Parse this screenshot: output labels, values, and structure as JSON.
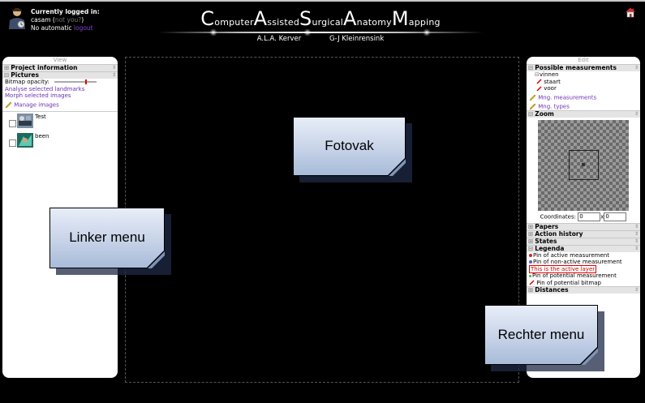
{
  "header": {
    "logged_in_label": "Currently logged in:",
    "username": "casam",
    "not_you_link": "not you?",
    "no_automatic": "No automatic",
    "logout_link": "logout",
    "title": {
      "parts": [
        {
          "cap": "C",
          "rest": "omputer"
        },
        {
          "cap": "A",
          "rest": "ssisted"
        },
        {
          "cap": "S",
          "rest": "urgical"
        },
        {
          "cap": "A",
          "rest": "natomy"
        },
        {
          "cap": "M",
          "rest": "apping"
        }
      ]
    },
    "author1": "A.L.A. Kerver",
    "author2": "G-J Kleinrensink"
  },
  "left_panel": {
    "title": "View",
    "project_information": "Project information",
    "pictures": "Pictures",
    "bitmap_opacity_label": "Bitmap opacity:",
    "bitmap_opacity_value": 0.73,
    "analyse_link": "Analyse selected landmarks",
    "morph_link": "Morph selected images",
    "manage_link": "Manage images",
    "images": [
      {
        "name": "Test"
      },
      {
        "name": "been"
      }
    ]
  },
  "right_panel": {
    "title": "Edit",
    "possible_measurements": "Possible measurements",
    "tree_root": "vinnen",
    "tree_items": [
      "staart",
      "voor"
    ],
    "mng_measurements": "Mng. measurements",
    "mng_types": "Mng. types",
    "zoom": "Zoom",
    "coordinates_label": "Coordinates:",
    "coord_x": "0",
    "coord_sep": "x",
    "coord_y": "0",
    "papers": "Papers",
    "action_history": "Action history",
    "states": "States",
    "legenda": "Legenda",
    "legend": {
      "active_measurement": "Pin of active measurement",
      "non_active_measurement": "Pin of non-active measurement",
      "active_layer": "This is the active layer",
      "potential_measurement": "Pin of potential measurement",
      "potential_bitmap": "Pin of potential bitmap"
    },
    "distances": "Distances"
  },
  "callouts": {
    "fotovak": "Fotovak",
    "linker": "Linker menu",
    "rechter": "Rechter menu"
  },
  "colors": {
    "background": "#000000",
    "link": "#6a2fb0",
    "callout_fill": "#c3d0e6",
    "active_layer": "#d00000"
  }
}
